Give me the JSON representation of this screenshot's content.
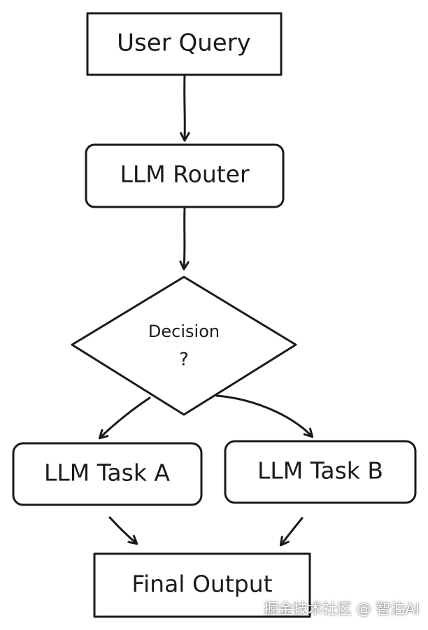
{
  "diagram": {
    "nodes": {
      "user_query": "User Query",
      "llm_router": "LLM Router",
      "decision_line1": "Decision",
      "decision_line2": "?",
      "task_a": "LLM Task A",
      "task_b": "LLM Task B",
      "final_output": "Final Output"
    },
    "edges": [
      {
        "from": "User Query",
        "to": "LLM Router"
      },
      {
        "from": "LLM Router",
        "to": "Decision ?"
      },
      {
        "from": "Decision ?",
        "to": "LLM Task A"
      },
      {
        "from": "Decision ?",
        "to": "LLM Task B"
      },
      {
        "from": "LLM Task A",
        "to": "Final Output"
      },
      {
        "from": "LLM Task B",
        "to": "Final Output"
      }
    ]
  },
  "watermark": "掘金技术社区 @ 智泊AI",
  "colors": {
    "stroke": "#1a1a1a",
    "background": "#ffffff"
  }
}
